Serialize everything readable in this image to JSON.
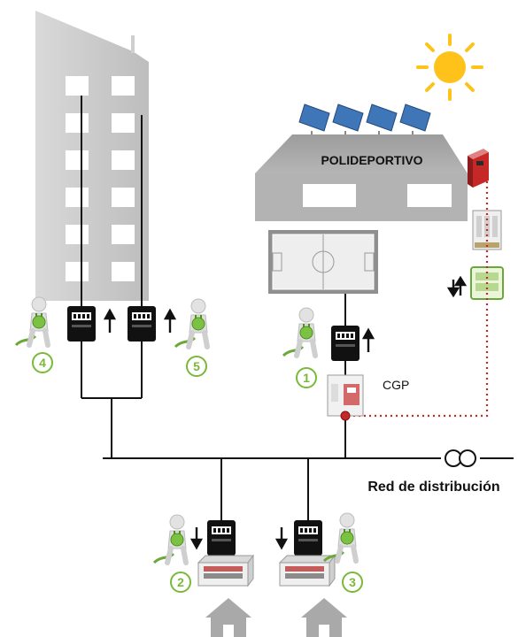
{
  "building": {
    "title": "POLIDEPORTIVO"
  },
  "labels": {
    "cgp": "CGP",
    "network": "Red de distribución"
  },
  "consumers": [
    {
      "number": "1"
    },
    {
      "number": "2"
    },
    {
      "number": "3"
    },
    {
      "number": "4"
    },
    {
      "number": "5"
    }
  ],
  "colors": {
    "accent_green": "#79b93a",
    "ac_line_red": "#c62828",
    "building_gray": "#a8a8a8",
    "panel_blue": "#3e76b8"
  },
  "icons": [
    "sun-icon",
    "solar-panel-icon",
    "inverter-icon",
    "electric-meter-icon",
    "person-with-plug-icon",
    "house-icon",
    "transformer-icon",
    "bidirectional-arrow-icon",
    "up-arrow-icon",
    "down-arrow-icon"
  ]
}
